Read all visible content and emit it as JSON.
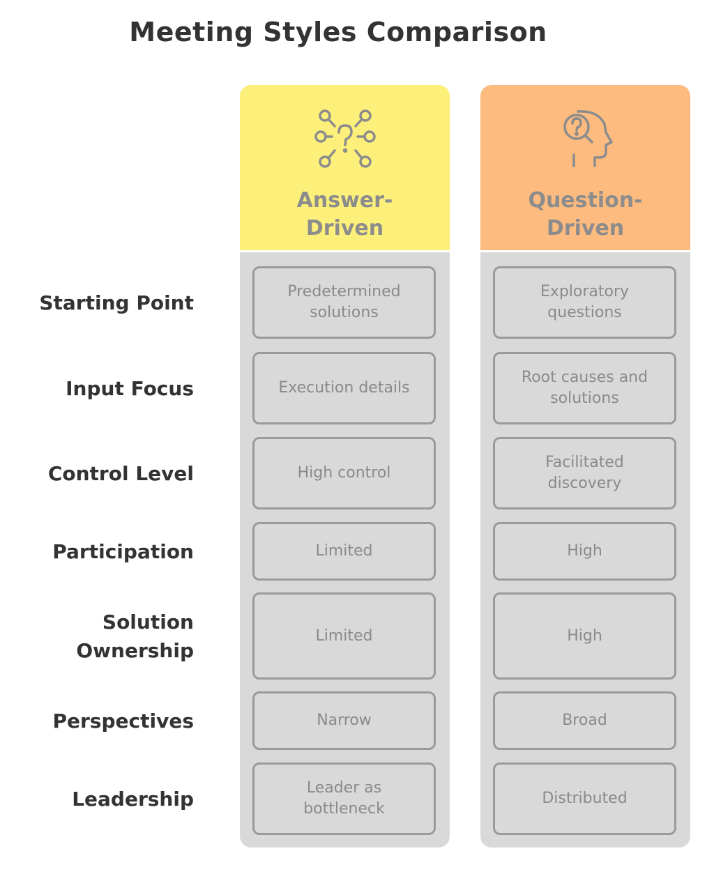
{
  "title": "Meeting Styles Comparison",
  "columns": [
    {
      "title": "Answer-\nDriven",
      "color": "#fdf07a",
      "icon": "network-question-icon"
    },
    {
      "title": "Question-\nDriven",
      "color": "#fdbb7f",
      "icon": "head-question-icon"
    }
  ],
  "rows": [
    {
      "label": "Starting Point",
      "answer": "Predetermined solutions",
      "question": "Exploratory questions"
    },
    {
      "label": "Input Focus",
      "answer": "Execution details",
      "question": "Root causes and solutions"
    },
    {
      "label": "Control Level",
      "answer": "High control",
      "question": "Facilitated discovery"
    },
    {
      "label": "Participation",
      "answer": "Limited",
      "question": "High"
    },
    {
      "label": "Solution Ownership",
      "answer": "Limited",
      "question": "High"
    },
    {
      "label": "Perspectives",
      "answer": "Narrow",
      "question": "Broad"
    },
    {
      "label": "Leadership",
      "answer": "Leader as bottleneck",
      "question": "Distributed"
    }
  ]
}
